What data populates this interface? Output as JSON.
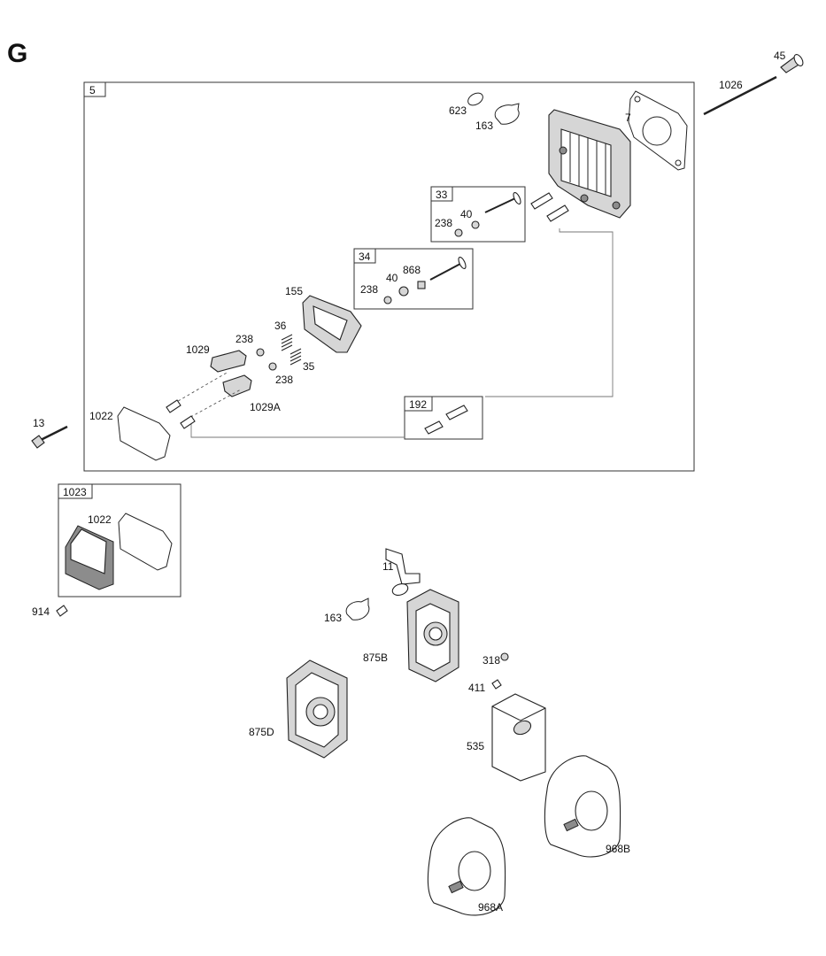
{
  "section_letter": "G",
  "boxes": {
    "b5": "5",
    "b33": "33",
    "b34": "34",
    "b192": "192",
    "b1023": "1023"
  },
  "labels": {
    "p45": "45",
    "p1026": "1026",
    "p623": "623",
    "p163a": "163",
    "p7": "7",
    "p238a": "238",
    "p40a": "40",
    "p868": "868",
    "p40b": "40",
    "p238b": "238",
    "p155": "155",
    "p36": "36",
    "p238c": "238",
    "p1029": "1029",
    "p35": "35",
    "p238d": "238",
    "p1029a": "1029A",
    "p13": "13",
    "p1022a": "1022",
    "p1022b": "1022",
    "p914": "914",
    "p11": "11",
    "p163b": "163",
    "p875b": "875B",
    "p318": "318",
    "p411": "411",
    "p875d": "875D",
    "p535": "535",
    "p968b": "968B",
    "p968a": "968A"
  }
}
